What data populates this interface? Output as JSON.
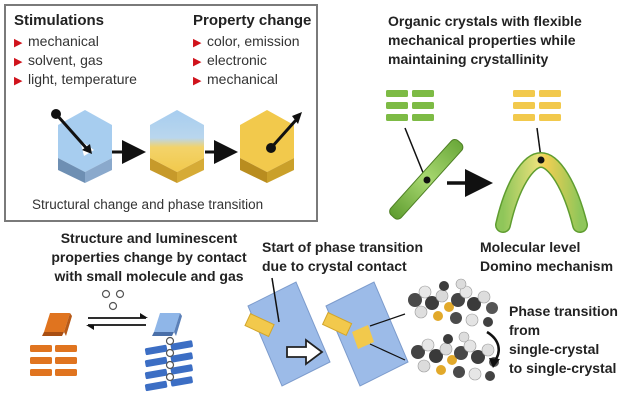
{
  "top_left": {
    "stimulations_header": "Stimulations",
    "stimulations": [
      "mechanical",
      "solvent, gas",
      "light, temperature"
    ],
    "property_header": "Property change",
    "properties": [
      "color, emission",
      "electronic",
      "mechanical"
    ],
    "caption": "Structural change and phase transition"
  },
  "top_right": {
    "title_lines": [
      "Organic crystals with flexible",
      "mechanical properties while",
      "maintaining crystallinity"
    ]
  },
  "bottom_left": {
    "title_lines": [
      "Structure and luminescent",
      "properties change by contact",
      "with small molecule and gas"
    ]
  },
  "bottom_right": {
    "start_lines": [
      "Start of phase transition",
      "due to crystal contact"
    ],
    "molecular_lines": [
      "Molecular level",
      "Domino mechanism"
    ],
    "phase_lines": [
      "Phase transition",
      "from",
      "single-crystal",
      "to single-crystal"
    ]
  },
  "colors": {
    "accent_red": "#d0121b",
    "crystal_blue": "#9cc4ea",
    "crystal_yellow": "#f2c94c",
    "green": "#7dbb45",
    "orange": "#e0741f",
    "blue_dark": "#3c6ec4"
  }
}
